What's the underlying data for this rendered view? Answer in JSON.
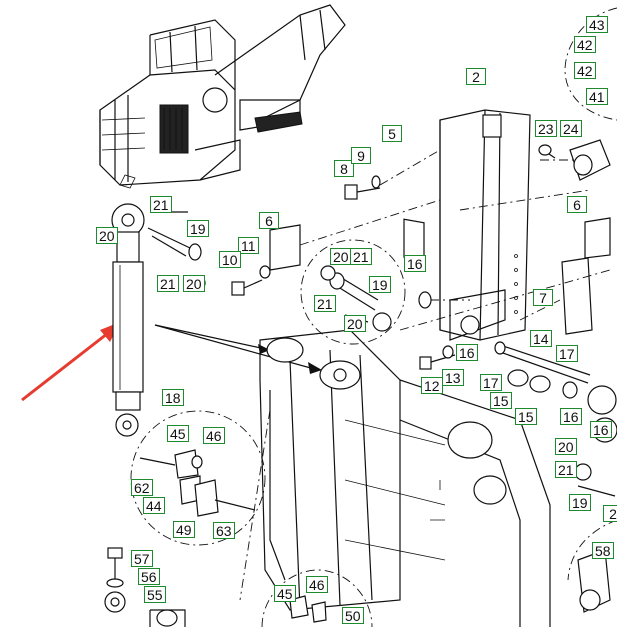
{
  "colors": {
    "callout_border": "#1e8a2e",
    "arrow": "#e63b2e",
    "ink": "#111111"
  },
  "callouts": [
    {
      "id": "c43",
      "label": "43"
    },
    {
      "id": "c42a",
      "label": "42"
    },
    {
      "id": "c42b",
      "label": "42"
    },
    {
      "id": "c41",
      "label": "41"
    },
    {
      "id": "c2",
      "label": "2"
    },
    {
      "id": "c5",
      "label": "5"
    },
    {
      "id": "c23",
      "label": "23"
    },
    {
      "id": "c24",
      "label": "24"
    },
    {
      "id": "c8",
      "label": "8"
    },
    {
      "id": "c9",
      "label": "9"
    },
    {
      "id": "c21a",
      "label": "21"
    },
    {
      "id": "c19a",
      "label": "19"
    },
    {
      "id": "c20a",
      "label": "20"
    },
    {
      "id": "c6a",
      "label": "6"
    },
    {
      "id": "c6b",
      "label": "6"
    },
    {
      "id": "c11",
      "label": "11"
    },
    {
      "id": "c10",
      "label": "10"
    },
    {
      "id": "c20b",
      "label": "20"
    },
    {
      "id": "c21b",
      "label": "21"
    },
    {
      "id": "c19b",
      "label": "19"
    },
    {
      "id": "c21c",
      "label": "21"
    },
    {
      "id": "c20c",
      "label": "20"
    },
    {
      "id": "c21d",
      "label": "21"
    },
    {
      "id": "c20d",
      "label": "20"
    },
    {
      "id": "c16a",
      "label": "16"
    },
    {
      "id": "c7",
      "label": "7"
    },
    {
      "id": "c14",
      "label": "14"
    },
    {
      "id": "c16b",
      "label": "16"
    },
    {
      "id": "c17a",
      "label": "17"
    },
    {
      "id": "c12",
      "label": "12"
    },
    {
      "id": "c13",
      "label": "13"
    },
    {
      "id": "c17b",
      "label": "17"
    },
    {
      "id": "c15a",
      "label": "15"
    },
    {
      "id": "c15b",
      "label": "15"
    },
    {
      "id": "c16c",
      "label": "16"
    },
    {
      "id": "c16d",
      "label": "16"
    },
    {
      "id": "c18",
      "label": "18"
    },
    {
      "id": "c45a",
      "label": "45"
    },
    {
      "id": "c46a",
      "label": "46"
    },
    {
      "id": "c62",
      "label": "62"
    },
    {
      "id": "c44",
      "label": "44"
    },
    {
      "id": "c49",
      "label": "49"
    },
    {
      "id": "c63",
      "label": "63"
    },
    {
      "id": "c20e",
      "label": "20"
    },
    {
      "id": "c21e",
      "label": "21"
    },
    {
      "id": "c19c",
      "label": "19"
    },
    {
      "id": "c2b",
      "label": "2"
    },
    {
      "id": "c58",
      "label": "58"
    },
    {
      "id": "c57",
      "label": "57"
    },
    {
      "id": "c56",
      "label": "56"
    },
    {
      "id": "c55",
      "label": "55"
    },
    {
      "id": "c45b",
      "label": "45"
    },
    {
      "id": "c46b",
      "label": "46"
    },
    {
      "id": "c50",
      "label": "50"
    }
  ]
}
